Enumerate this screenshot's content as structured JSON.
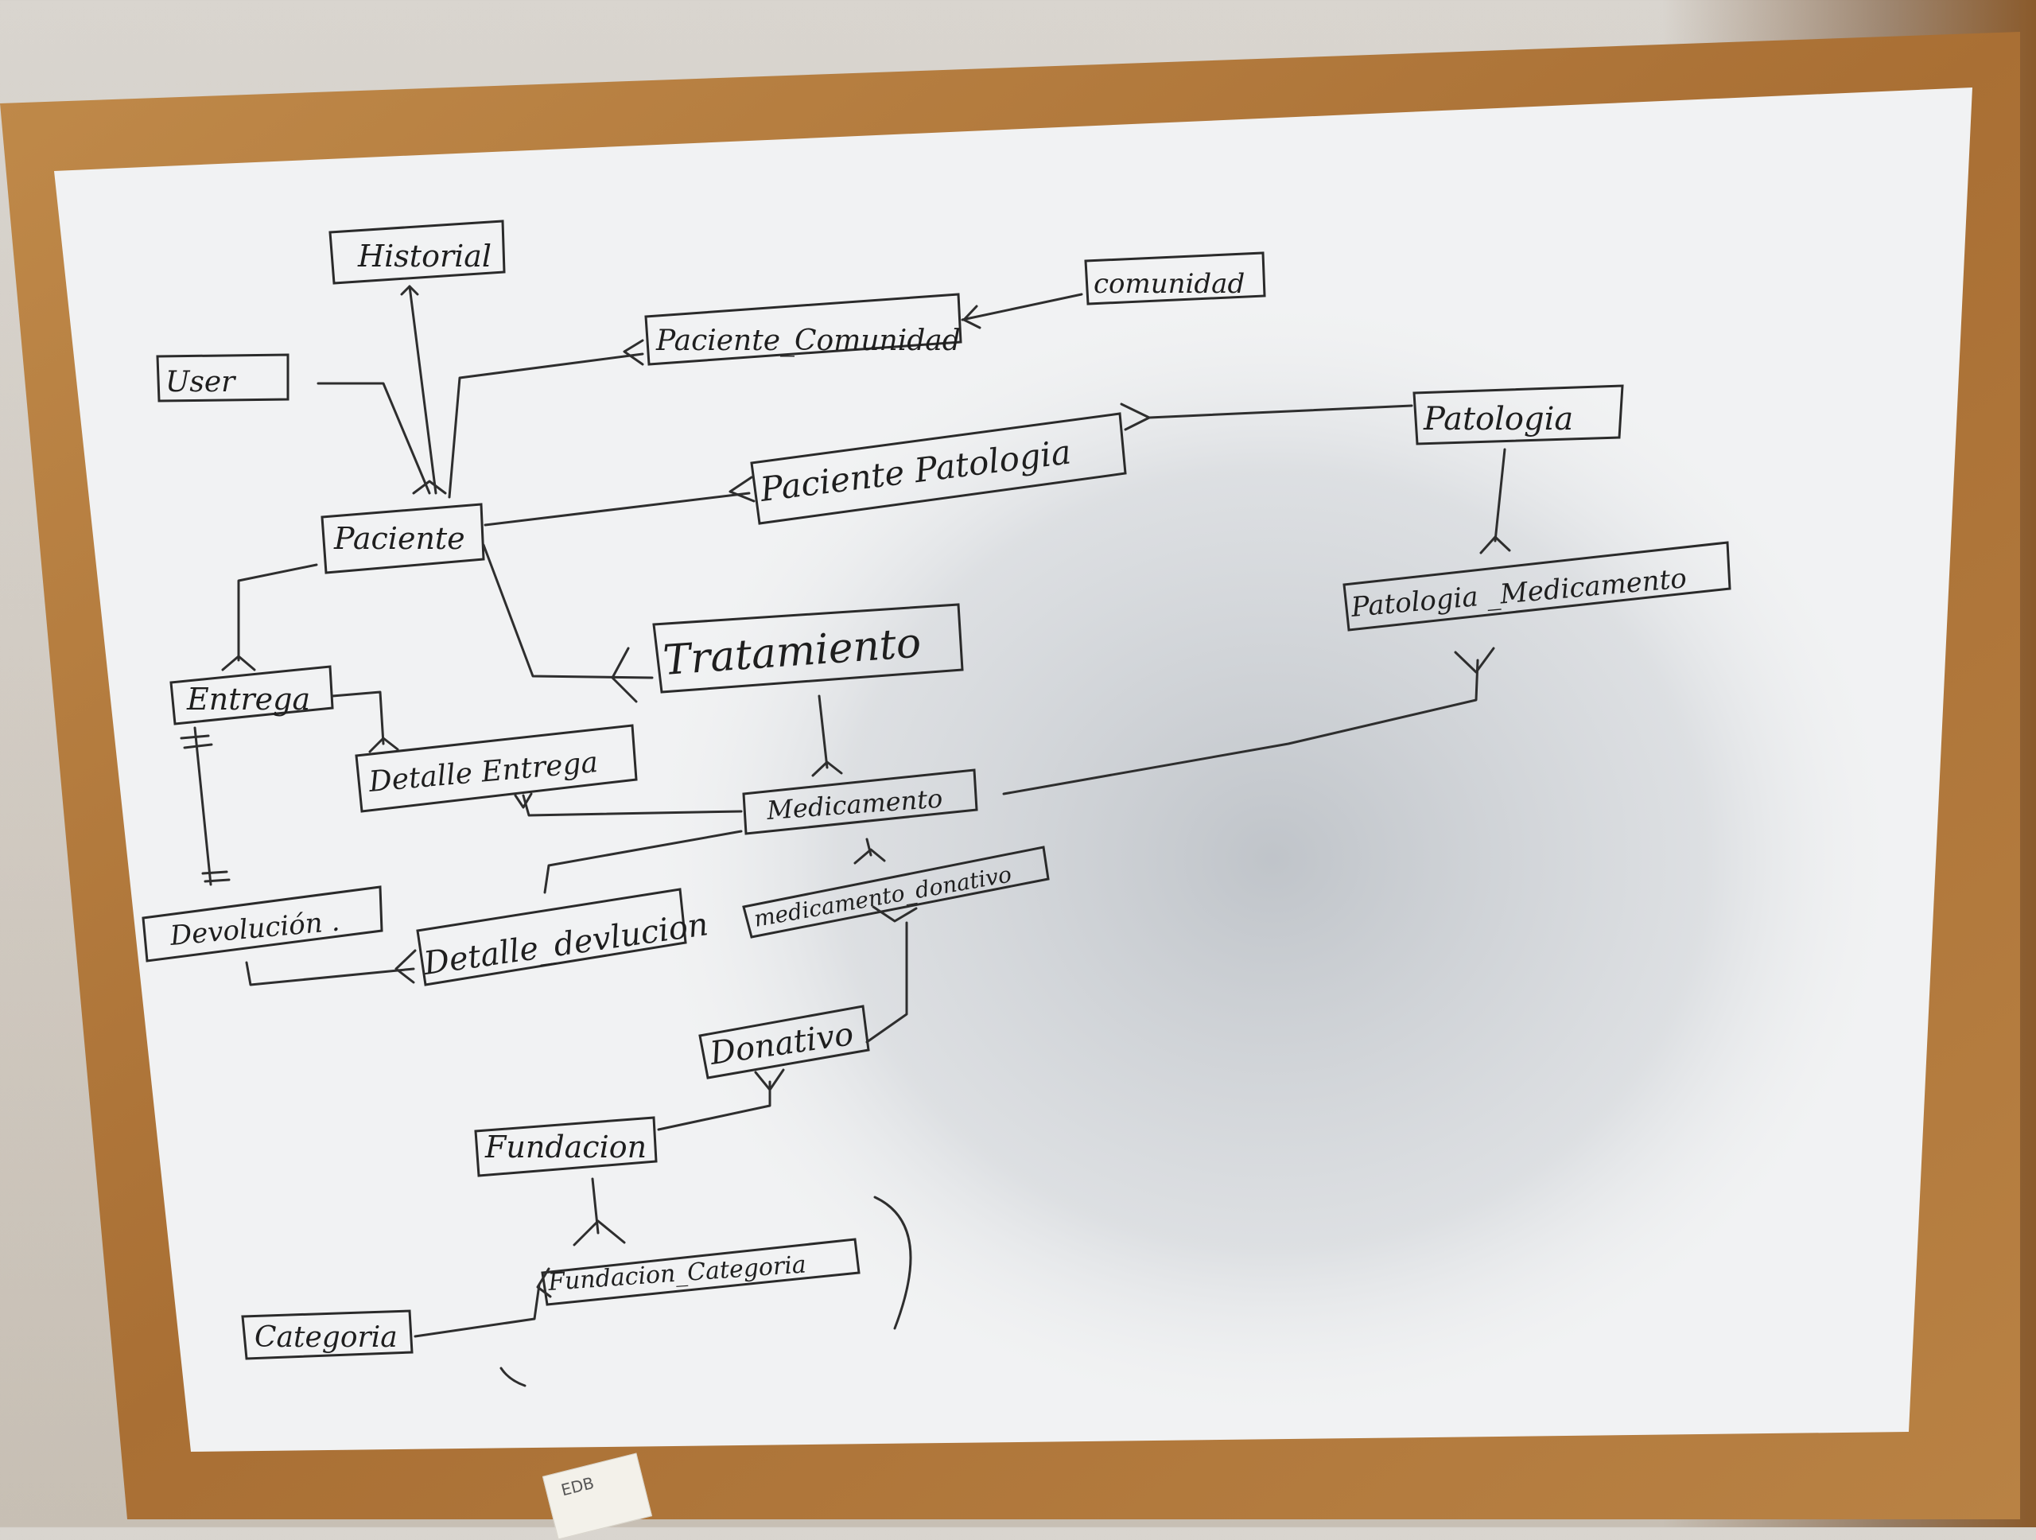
{
  "diagram": {
    "nodes": [
      {
        "id": "historial",
        "label": "Historial"
      },
      {
        "id": "comunidad",
        "label": "comunidad"
      },
      {
        "id": "paciente_comunidad",
        "label": "Paciente_Comunidad"
      },
      {
        "id": "user",
        "label": "User"
      },
      {
        "id": "patologia",
        "label": "Patologia"
      },
      {
        "id": "paciente_patologia",
        "label": "Paciente Patologia"
      },
      {
        "id": "paciente",
        "label": "Paciente"
      },
      {
        "id": "patologia_medicamento",
        "label": "Patologia _Medicamento"
      },
      {
        "id": "tratamiento",
        "label": "Tratamiento"
      },
      {
        "id": "entrega",
        "label": "Entrega"
      },
      {
        "id": "detalle_entrega",
        "label": "Detalle Entrega"
      },
      {
        "id": "medicamento",
        "label": "Medicamento"
      },
      {
        "id": "devolucion",
        "label": "Devolución ."
      },
      {
        "id": "detalle_devolucion",
        "label": "Detalle_devlucion"
      },
      {
        "id": "medicamento_donativo",
        "label": "medicamento_donativo"
      },
      {
        "id": "donativo",
        "label": "Donativo"
      },
      {
        "id": "fundacion",
        "label": "Fundacion"
      },
      {
        "id": "fundacion_categoria",
        "label": "Fundacion_Categoria"
      },
      {
        "id": "categoria",
        "label": "Categoria"
      }
    ],
    "edges": [
      {
        "from": "historial",
        "to": "paciente"
      },
      {
        "from": "user",
        "to": "paciente"
      },
      {
        "from": "paciente",
        "to": "paciente_comunidad"
      },
      {
        "from": "comunidad",
        "to": "paciente_comunidad"
      },
      {
        "from": "paciente",
        "to": "paciente_patologia"
      },
      {
        "from": "patologia",
        "to": "paciente_patologia"
      },
      {
        "from": "patologia",
        "to": "patologia_medicamento"
      },
      {
        "from": "medicamento",
        "to": "patologia_medicamento"
      },
      {
        "from": "paciente",
        "to": "tratamiento"
      },
      {
        "from": "tratamiento",
        "to": "medicamento"
      },
      {
        "from": "paciente",
        "to": "entrega"
      },
      {
        "from": "entrega",
        "to": "detalle_entrega"
      },
      {
        "from": "medicamento",
        "to": "detalle_entrega"
      },
      {
        "from": "entrega",
        "to": "devolucion"
      },
      {
        "from": "devolucion",
        "to": "detalle_devolucion"
      },
      {
        "from": "medicamento",
        "to": "detalle_devolucion"
      },
      {
        "from": "medicamento",
        "to": "medicamento_donativo"
      },
      {
        "from": "donativo",
        "to": "medicamento_donativo"
      },
      {
        "from": "fundacion",
        "to": "donativo"
      },
      {
        "from": "fundacion",
        "to": "fundacion_categoria"
      },
      {
        "from": "categoria",
        "to": "fundacion_categoria"
      }
    ]
  },
  "sticky_note": {
    "text": "EDB"
  },
  "colors": {
    "frame": "#b07a3c",
    "frame_dark": "#8a5a2b",
    "board": "#f2f3f4",
    "marker": "#2a2a2a"
  }
}
